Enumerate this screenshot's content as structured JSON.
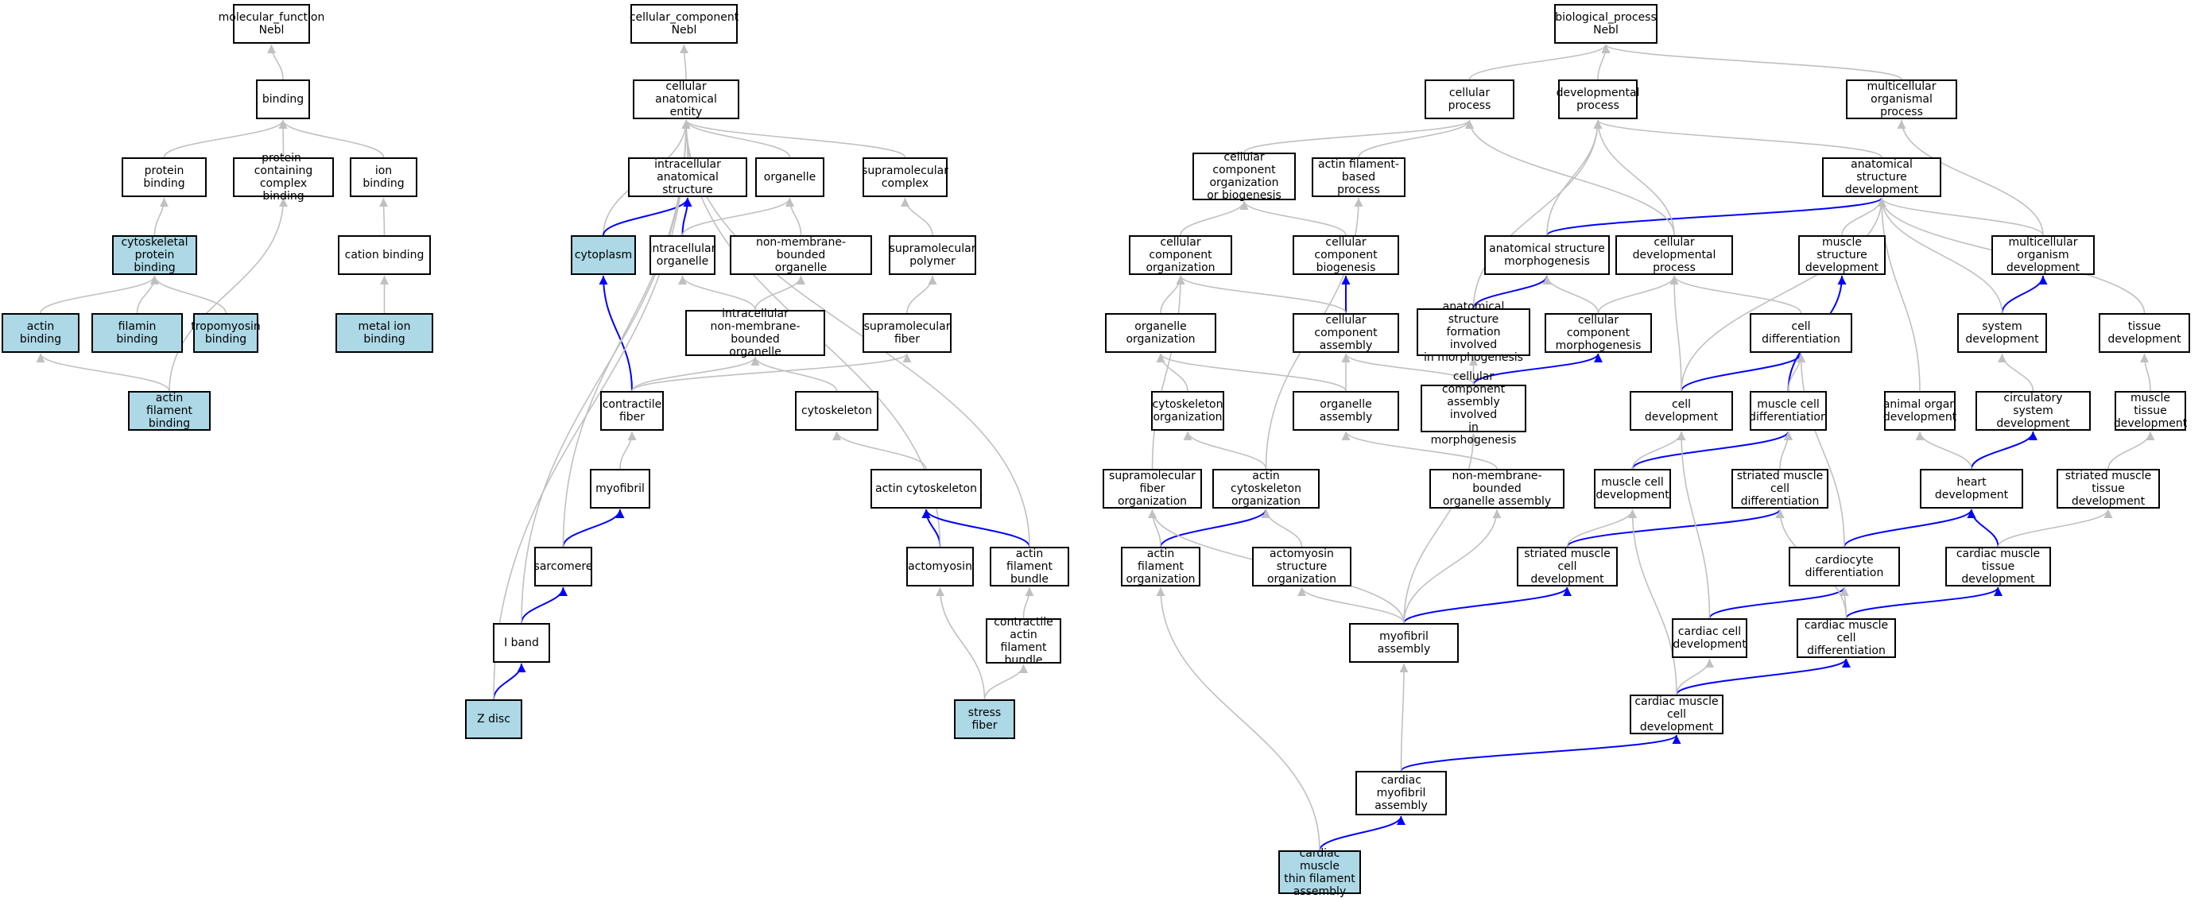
{
  "colors": {
    "regular_edge": "#c0c0c0",
    "key_edge": "#0000ff",
    "highlight_fill": "#add8e6",
    "node_fill": "#ffffff",
    "border": "#000000"
  },
  "nodes": [
    {
      "id": "mf_root",
      "label": "molecular_function\nNebl",
      "hl": false
    },
    {
      "id": "binding",
      "label": "binding",
      "hl": false
    },
    {
      "id": "protein_binding",
      "label": "protein binding",
      "hl": false
    },
    {
      "id": "pcc_binding",
      "label": "protein-containing\ncomplex binding",
      "hl": false
    },
    {
      "id": "ion_binding",
      "label": "ion binding",
      "hl": false
    },
    {
      "id": "cytoskel_pb",
      "label": "cytoskeletal\nprotein binding",
      "hl": true
    },
    {
      "id": "cation_binding",
      "label": "cation binding",
      "hl": false
    },
    {
      "id": "actin_binding",
      "label": "actin binding",
      "hl": true
    },
    {
      "id": "filamin_binding",
      "label": "filamin binding",
      "hl": true
    },
    {
      "id": "tropomyosin_binding",
      "label": "tropomyosin\nbinding",
      "hl": true
    },
    {
      "id": "metal_ion_binding",
      "label": "metal ion binding",
      "hl": true
    },
    {
      "id": "af_binding",
      "label": "actin filament\nbinding",
      "hl": true
    },
    {
      "id": "cc_root",
      "label": "cellular_component\nNebl",
      "hl": false
    },
    {
      "id": "cae",
      "label": "cellular anatomical\nentity",
      "hl": false
    },
    {
      "id": "ias",
      "label": "intracellular\nanatomical structure",
      "hl": false
    },
    {
      "id": "organelle",
      "label": "organelle",
      "hl": false
    },
    {
      "id": "supramol_complex",
      "label": "supramolecular\ncomplex",
      "hl": false
    },
    {
      "id": "cytoplasm",
      "label": "cytoplasm",
      "hl": true
    },
    {
      "id": "intra_org",
      "label": "intracellular\norganelle",
      "hl": false
    },
    {
      "id": "nmbo",
      "label": "non-membrane-bounded\norganelle",
      "hl": false
    },
    {
      "id": "supramol_polymer",
      "label": "supramolecular\npolymer",
      "hl": false
    },
    {
      "id": "inmbo",
      "label": "intracellular\nnon-membrane-bounded\norganelle",
      "hl": false
    },
    {
      "id": "supramol_fiber",
      "label": "supramolecular\nfiber",
      "hl": false
    },
    {
      "id": "contractile_fiber",
      "label": "contractile\nfiber",
      "hl": false
    },
    {
      "id": "cytoskeleton",
      "label": "cytoskeleton",
      "hl": false
    },
    {
      "id": "myofibril",
      "label": "myofibril",
      "hl": false
    },
    {
      "id": "actin_cytoskeleton",
      "label": "actin cytoskeleton",
      "hl": false
    },
    {
      "id": "sarcomere",
      "label": "sarcomere",
      "hl": false
    },
    {
      "id": "actomyosin",
      "label": "actomyosin",
      "hl": false
    },
    {
      "id": "actin_fil_bundle",
      "label": "actin filament\nbundle",
      "hl": false
    },
    {
      "id": "i_band",
      "label": "I band",
      "hl": false
    },
    {
      "id": "contractile_afb",
      "label": "contractile\nactin filament\nbundle",
      "hl": false
    },
    {
      "id": "z_disc",
      "label": "Z disc",
      "hl": true
    },
    {
      "id": "stress_fiber",
      "label": "stress fiber",
      "hl": true
    },
    {
      "id": "bp_root",
      "label": "biological_process\nNebl",
      "hl": false
    },
    {
      "id": "cellular_process",
      "label": "cellular process",
      "hl": false
    },
    {
      "id": "developmental_process",
      "label": "developmental\nprocess",
      "hl": false
    },
    {
      "id": "multicell_process",
      "label": "multicellular\norganismal process",
      "hl": false
    },
    {
      "id": "ccob",
      "label": "cellular component\norganization\nor biogenesis",
      "hl": false
    },
    {
      "id": "afbp",
      "label": "actin filament-based\nprocess",
      "hl": false
    },
    {
      "id": "asd",
      "label": "anatomical structure\ndevelopment",
      "hl": false
    },
    {
      "id": "cco",
      "label": "cellular component\norganization",
      "hl": false
    },
    {
      "id": "ccb",
      "label": "cellular component\nbiogenesis",
      "hl": false
    },
    {
      "id": "asm",
      "label": "anatomical structure\nmorphogenesis",
      "hl": false
    },
    {
      "id": "cdp",
      "label": "cellular developmental\nprocess",
      "hl": false
    },
    {
      "id": "msd",
      "label": "muscle structure\ndevelopment",
      "hl": false
    },
    {
      "id": "mod",
      "label": "multicellular\norganism development",
      "hl": false
    },
    {
      "id": "org_org",
      "label": "organelle organization",
      "hl": false
    },
    {
      "id": "cca",
      "label": "cellular component\nassembly",
      "hl": false
    },
    {
      "id": "asfm",
      "label": "anatomical structure\nformation involved\nin morphogenesis",
      "hl": false
    },
    {
      "id": "ccm",
      "label": "cellular component\nmorphogenesis",
      "hl": false
    },
    {
      "id": "cell_diff",
      "label": "cell differentiation",
      "hl": false
    },
    {
      "id": "system_dev",
      "label": "system development",
      "hl": false
    },
    {
      "id": "tissue_dev",
      "label": "tissue development",
      "hl": false
    },
    {
      "id": "cyto_org",
      "label": "cytoskeleton\norganization",
      "hl": false
    },
    {
      "id": "org_assembly",
      "label": "organelle assembly",
      "hl": false
    },
    {
      "id": "ccaim",
      "label": "cellular component\nassembly involved\nin morphogenesis",
      "hl": false
    },
    {
      "id": "cell_dev",
      "label": "cell development",
      "hl": false
    },
    {
      "id": "mcd_diff",
      "label": "muscle cell\ndifferentiation",
      "hl": false
    },
    {
      "id": "animal_organ",
      "label": "animal organ\ndevelopment",
      "hl": false
    },
    {
      "id": "circ_sys",
      "label": "circulatory\nsystem development",
      "hl": false
    },
    {
      "id": "mtd",
      "label": "muscle tissue\ndevelopment",
      "hl": false
    },
    {
      "id": "sfo",
      "label": "supramolecular\nfiber organization",
      "hl": false
    },
    {
      "id": "aco",
      "label": "actin cytoskeleton\norganization",
      "hl": false
    },
    {
      "id": "nmboa",
      "label": "non-membrane-bounded\norganelle assembly",
      "hl": false
    },
    {
      "id": "mc_dev",
      "label": "muscle cell\ndevelopment",
      "hl": false
    },
    {
      "id": "smcd",
      "label": "striated muscle\ncell differentiation",
      "hl": false
    },
    {
      "id": "heart_dev",
      "label": "heart development",
      "hl": false
    },
    {
      "id": "smtd",
      "label": "striated muscle\ntissue development",
      "hl": false
    },
    {
      "id": "afo",
      "label": "actin filament\norganization",
      "hl": false
    },
    {
      "id": "amso",
      "label": "actomyosin structure\norganization",
      "hl": false
    },
    {
      "id": "smc_dev",
      "label": "striated muscle\ncell development",
      "hl": false
    },
    {
      "id": "cardiocyte_diff",
      "label": "cardiocyte differentiation",
      "hl": false
    },
    {
      "id": "cmtd",
      "label": "cardiac muscle\ntissue development",
      "hl": false
    },
    {
      "id": "myo_assembly",
      "label": "myofibril assembly",
      "hl": false
    },
    {
      "id": "cardiac_cell_dev",
      "label": "cardiac cell\ndevelopment",
      "hl": false
    },
    {
      "id": "cmcd",
      "label": "cardiac muscle\ncell differentiation",
      "hl": false
    },
    {
      "id": "cm_cell_dev",
      "label": "cardiac muscle\ncell development",
      "hl": false
    },
    {
      "id": "cma",
      "label": "cardiac myofibril\nassembly",
      "hl": false
    },
    {
      "id": "cmtfa",
      "label": "cardiac muscle\nthin filament\nassembly",
      "hl": true
    }
  ],
  "edges": [
    {
      "from": "binding",
      "to": "mf_root",
      "key": false
    },
    {
      "from": "protein_binding",
      "to": "binding",
      "key": false
    },
    {
      "from": "pcc_binding",
      "to": "binding",
      "key": false
    },
    {
      "from": "ion_binding",
      "to": "binding",
      "key": false
    },
    {
      "from": "cytoskel_pb",
      "to": "protein_binding",
      "key": false
    },
    {
      "from": "cation_binding",
      "to": "ion_binding",
      "key": false
    },
    {
      "from": "actin_binding",
      "to": "cytoskel_pb",
      "key": false
    },
    {
      "from": "filamin_binding",
      "to": "cytoskel_pb",
      "key": false
    },
    {
      "from": "tropomyosin_binding",
      "to": "cytoskel_pb",
      "key": false
    },
    {
      "from": "metal_ion_binding",
      "to": "cation_binding",
      "key": false
    },
    {
      "from": "af_binding",
      "to": "actin_binding",
      "key": false
    },
    {
      "from": "af_binding",
      "to": "pcc_binding",
      "key": false
    },
    {
      "from": "cae",
      "to": "cc_root",
      "key": false
    },
    {
      "from": "ias",
      "to": "cae",
      "key": false
    },
    {
      "from": "organelle",
      "to": "cae",
      "key": false
    },
    {
      "from": "supramol_complex",
      "to": "cae",
      "key": false
    },
    {
      "from": "cytoplasm",
      "to": "cae",
      "key": false
    },
    {
      "from": "cytoplasm",
      "to": "ias",
      "key": true
    },
    {
      "from": "intra_org",
      "to": "ias",
      "key": true
    },
    {
      "from": "intra_org",
      "to": "organelle",
      "key": false
    },
    {
      "from": "nmbo",
      "to": "organelle",
      "key": false
    },
    {
      "from": "supramol_polymer",
      "to": "supramol_complex",
      "key": false
    },
    {
      "from": "inmbo",
      "to": "intra_org",
      "key": false
    },
    {
      "from": "inmbo",
      "to": "nmbo",
      "key": false
    },
    {
      "from": "supramol_fiber",
      "to": "supramol_polymer",
      "key": false
    },
    {
      "from": "contractile_fiber",
      "to": "cytoplasm",
      "key": true
    },
    {
      "from": "contractile_fiber",
      "to": "inmbo",
      "key": false
    },
    {
      "from": "contractile_fiber",
      "to": "supramol_fiber",
      "key": false
    },
    {
      "from": "cytoskeleton",
      "to": "inmbo",
      "key": false
    },
    {
      "from": "myofibril",
      "to": "contractile_fiber",
      "key": false
    },
    {
      "from": "actin_cytoskeleton",
      "to": "cytoskeleton",
      "key": false
    },
    {
      "from": "sarcomere",
      "to": "myofibril",
      "key": true
    },
    {
      "from": "sarcomere",
      "to": "cae",
      "key": false
    },
    {
      "from": "actomyosin",
      "to": "actin_cytoskeleton",
      "key": true
    },
    {
      "from": "actomyosin",
      "to": "cae",
      "key": false
    },
    {
      "from": "actin_fil_bundle",
      "to": "actin_cytoskeleton",
      "key": true
    },
    {
      "from": "actin_fil_bundle",
      "to": "cae",
      "key": false
    },
    {
      "from": "i_band",
      "to": "sarcomere",
      "key": true
    },
    {
      "from": "i_band",
      "to": "cae",
      "key": false
    },
    {
      "from": "contractile_afb",
      "to": "actin_fil_bundle",
      "key": false
    },
    {
      "from": "z_disc",
      "to": "i_band",
      "key": true
    },
    {
      "from": "z_disc",
      "to": "cae",
      "key": false
    },
    {
      "from": "stress_fiber",
      "to": "contractile_afb",
      "key": false
    },
    {
      "from": "stress_fiber",
      "to": "actomyosin",
      "key": false
    },
    {
      "from": "cellular_process",
      "to": "bp_root",
      "key": false
    },
    {
      "from": "developmental_process",
      "to": "bp_root",
      "key": false
    },
    {
      "from": "multicell_process",
      "to": "bp_root",
      "key": false
    },
    {
      "from": "ccob",
      "to": "cellular_process",
      "key": false
    },
    {
      "from": "afbp",
      "to": "cellular_process",
      "key": false
    },
    {
      "from": "asd",
      "to": "developmental_process",
      "key": false
    },
    {
      "from": "cco",
      "to": "ccob",
      "key": false
    },
    {
      "from": "ccb",
      "to": "ccob",
      "key": false
    },
    {
      "from": "asm",
      "to": "asd",
      "key": true
    },
    {
      "from": "asm",
      "to": "developmental_process",
      "key": false
    },
    {
      "from": "cdp",
      "to": "cellular_process",
      "key": false
    },
    {
      "from": "cdp",
      "to": "developmental_process",
      "key": false
    },
    {
      "from": "msd",
      "to": "asd",
      "key": false
    },
    {
      "from": "mod",
      "to": "asd",
      "key": false
    },
    {
      "from": "mod",
      "to": "multicell_process",
      "key": false
    },
    {
      "from": "org_org",
      "to": "cco",
      "key": false
    },
    {
      "from": "cca",
      "to": "ccb",
      "key": true
    },
    {
      "from": "cca",
      "to": "cco",
      "key": false
    },
    {
      "from": "asfm",
      "to": "asm",
      "key": true
    },
    {
      "from": "asfm",
      "to": "developmental_process",
      "key": false
    },
    {
      "from": "ccm",
      "to": "asm",
      "key": false
    },
    {
      "from": "ccm",
      "to": "cdp",
      "key": false
    },
    {
      "from": "cell_diff",
      "to": "cdp",
      "key": false
    },
    {
      "from": "system_dev",
      "to": "mod",
      "key": true
    },
    {
      "from": "system_dev",
      "to": "asd",
      "key": false
    },
    {
      "from": "tissue_dev",
      "to": "asd",
      "key": false
    },
    {
      "from": "cyto_org",
      "to": "org_org",
      "key": false
    },
    {
      "from": "org_assembly",
      "to": "org_org",
      "key": false
    },
    {
      "from": "org_assembly",
      "to": "cca",
      "key": false
    },
    {
      "from": "ccaim",
      "to": "ccm",
      "key": true
    },
    {
      "from": "ccaim",
      "to": "cca",
      "key": false
    },
    {
      "from": "ccaim",
      "to": "asfm",
      "key": false
    },
    {
      "from": "cell_dev",
      "to": "cell_diff",
      "key": true
    },
    {
      "from": "cell_dev",
      "to": "cdp",
      "key": false
    },
    {
      "from": "cell_dev",
      "to": "asd",
      "key": false
    },
    {
      "from": "mcd_diff",
      "to": "msd",
      "key": true
    },
    {
      "from": "mcd_diff",
      "to": "cell_diff",
      "key": false
    },
    {
      "from": "animal_organ",
      "to": "asd",
      "key": false
    },
    {
      "from": "circ_sys",
      "to": "system_dev",
      "key": false
    },
    {
      "from": "mtd",
      "to": "tissue_dev",
      "key": false
    },
    {
      "from": "sfo",
      "to": "cco",
      "key": false
    },
    {
      "from": "aco",
      "to": "cyto_org",
      "key": false
    },
    {
      "from": "aco",
      "to": "afbp",
      "key": false
    },
    {
      "from": "nmboa",
      "to": "org_assembly",
      "key": false
    },
    {
      "from": "mc_dev",
      "to": "mcd_diff",
      "key": true
    },
    {
      "from": "mc_dev",
      "to": "cell_dev",
      "key": false
    },
    {
      "from": "smcd",
      "to": "mcd_diff",
      "key": false
    },
    {
      "from": "heart_dev",
      "to": "circ_sys",
      "key": true
    },
    {
      "from": "heart_dev",
      "to": "animal_organ",
      "key": false
    },
    {
      "from": "smtd",
      "to": "mtd",
      "key": false
    },
    {
      "from": "afo",
      "to": "aco",
      "key": true
    },
    {
      "from": "afo",
      "to": "sfo",
      "key": false
    },
    {
      "from": "amso",
      "to": "aco",
      "key": false
    },
    {
      "from": "smc_dev",
      "to": "smcd",
      "key": true
    },
    {
      "from": "smc_dev",
      "to": "mc_dev",
      "key": false
    },
    {
      "from": "cardiocyte_diff",
      "to": "heart_dev",
      "key": true
    },
    {
      "from": "cardiocyte_diff",
      "to": "cell_diff",
      "key": false
    },
    {
      "from": "cmtd",
      "to": "heart_dev",
      "key": true
    },
    {
      "from": "cmtd",
      "to": "smtd",
      "key": false
    },
    {
      "from": "myo_assembly",
      "to": "smc_dev",
      "key": true
    },
    {
      "from": "myo_assembly",
      "to": "amso",
      "key": false
    },
    {
      "from": "myo_assembly",
      "to": "sfo",
      "key": false
    },
    {
      "from": "myo_assembly",
      "to": "nmboa",
      "key": false
    },
    {
      "from": "myo_assembly",
      "to": "ccaim",
      "key": false
    },
    {
      "from": "cardiac_cell_dev",
      "to": "cardiocyte_diff",
      "key": true
    },
    {
      "from": "cardiac_cell_dev",
      "to": "cell_dev",
      "key": false
    },
    {
      "from": "cmcd",
      "to": "cmtd",
      "key": true
    },
    {
      "from": "cmcd",
      "to": "cardiocyte_diff",
      "key": false
    },
    {
      "from": "cmcd",
      "to": "smcd",
      "key": false
    },
    {
      "from": "cm_cell_dev",
      "to": "cmcd",
      "key": true
    },
    {
      "from": "cm_cell_dev",
      "to": "cardiac_cell_dev",
      "key": false
    },
    {
      "from": "cm_cell_dev",
      "to": "mc_dev",
      "key": false
    },
    {
      "from": "cma",
      "to": "cm_cell_dev",
      "key": true
    },
    {
      "from": "cma",
      "to": "myo_assembly",
      "key": false
    },
    {
      "from": "cmtfa",
      "to": "cma",
      "key": true
    },
    {
      "from": "cmtfa",
      "to": "afo",
      "key": false
    }
  ]
}
